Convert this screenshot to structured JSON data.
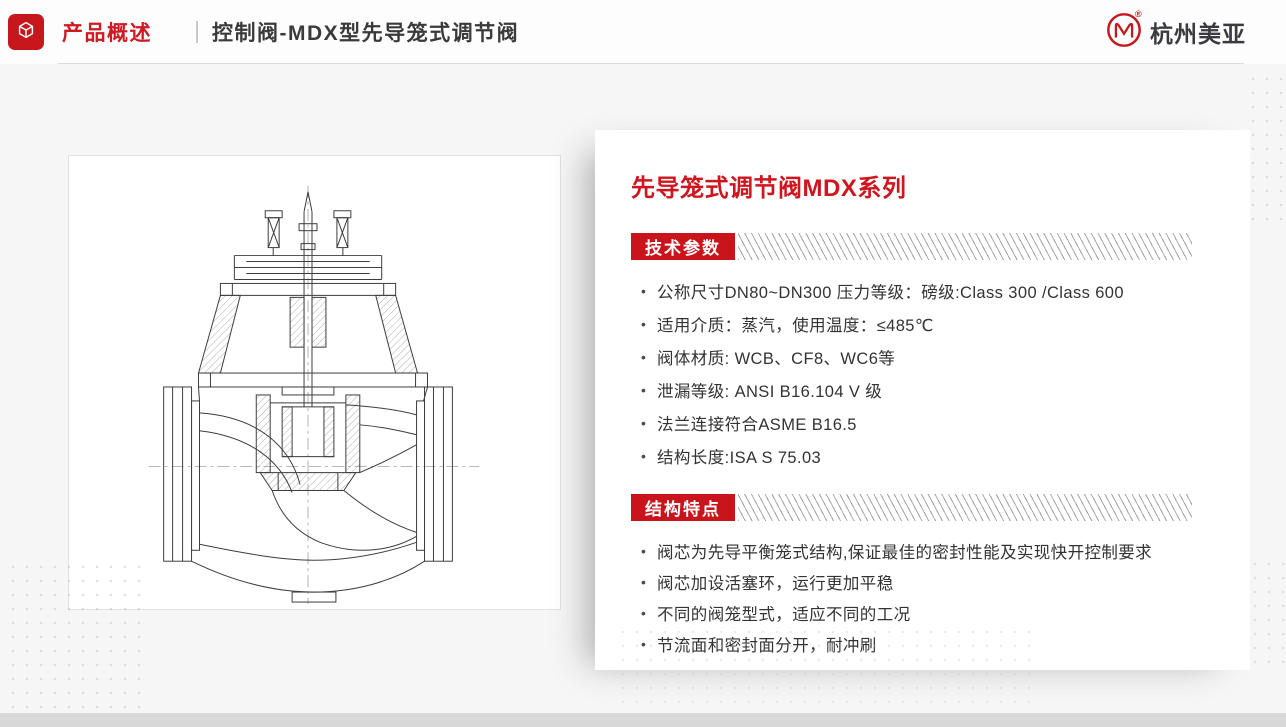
{
  "header": {
    "category": "产品概述",
    "title": "控制阀-MDX型先导笼式调节阀",
    "brand": {
      "name": "杭州美亚",
      "mark": "®"
    }
  },
  "panel": {
    "title": "先导笼式调节阀MDX系列",
    "tech_section": {
      "badge": "技术参数",
      "items": [
        "公称尺寸DN80~DN300  压力等级：磅级:Class 300 /Class 600",
        "适用介质：蒸汽，使用温度：≤485℃",
        "阀体材质: WCB、CF8、WC6等",
        "泄漏等级: ANSI B16.104 V 级",
        "法兰连接符合ASME B16.5",
        "结构长度:ISA S 75.03"
      ]
    },
    "feature_section": {
      "badge": "结构特点",
      "items": [
        "阀芯为先导平衡笼式结构,保证最佳的密封性能及实现快开控制要求",
        "阀芯加设活塞环，运行更加平稳",
        "不同的阀笼型式，适应不同的工况",
        "节流面和密封面分开，耐冲刷"
      ]
    }
  },
  "colors": {
    "accent_red": "#c8161d",
    "text_dark": "#333333"
  }
}
